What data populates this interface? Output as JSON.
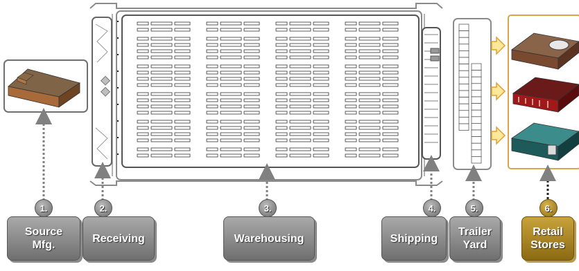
{
  "steps": [
    {
      "number": "1.",
      "label": "Source\nMfg."
    },
    {
      "number": "2.",
      "label": "Receiving"
    },
    {
      "number": "3.",
      "label": "Warehousing"
    },
    {
      "number": "4.",
      "label": "Shipping"
    },
    {
      "number": "5.",
      "label": "Trailer\nYard"
    },
    {
      "number": "6.",
      "label": "Retail\nStores"
    }
  ],
  "colors": {
    "step_gray": "#8c8c8c",
    "step_gold": "#a88420",
    "retail_border": "#d4a84a",
    "arrow_fill": "#ffe89a",
    "arrow_stroke": "#e0a030",
    "connector": "#808080"
  },
  "buildings": [
    {
      "name": "source-factory",
      "roof": "#8a6a45",
      "wall": "#b07845"
    },
    {
      "name": "retail-store-1",
      "roof": "#8a6448",
      "wall": "#7a4a30"
    },
    {
      "name": "retail-store-2",
      "roof": "#6b1a1a",
      "wall": "#a01818"
    },
    {
      "name": "retail-store-3",
      "roof": "#3c8c8c",
      "wall": "#1e5a5a"
    }
  ]
}
